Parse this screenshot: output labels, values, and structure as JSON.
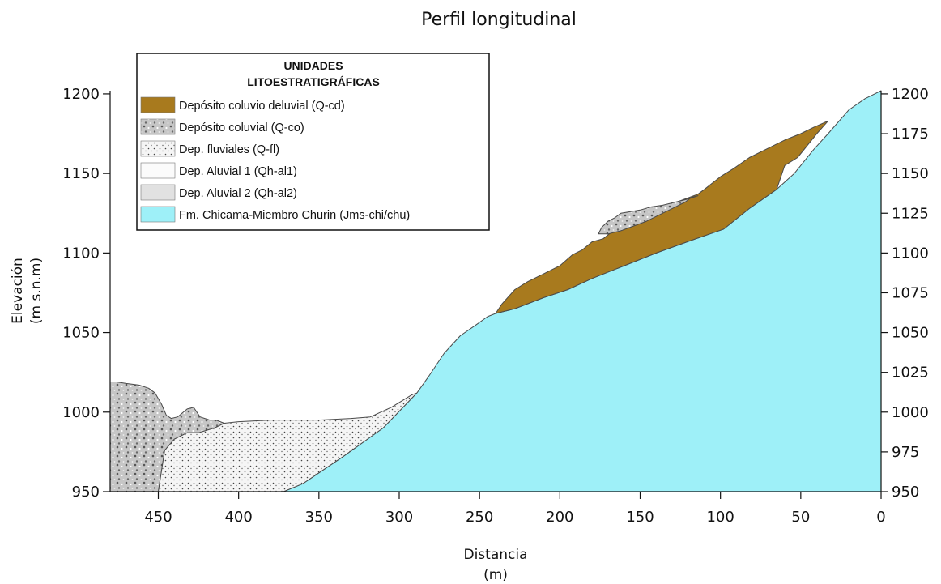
{
  "chart_data": {
    "type": "area",
    "title": "Perfil longitudinal",
    "xlabel": [
      "Distancia",
      "(m)"
    ],
    "ylabel": [
      "Elevación",
      "(m s.n.m)"
    ],
    "xlim": [
      480,
      0
    ],
    "ylim": [
      950,
      1202
    ],
    "x_ticks": [
      450,
      400,
      350,
      300,
      250,
      200,
      150,
      100,
      50,
      0
    ],
    "y_ticks_left": [
      950,
      1000,
      1050,
      1100,
      1150,
      1200
    ],
    "y_ticks_right": [
      950,
      975,
      1000,
      1025,
      1050,
      1075,
      1100,
      1125,
      1150,
      1175,
      1200
    ],
    "grid": false,
    "legend": {
      "placement": "top-left",
      "title": [
        "UNIDADES",
        "LITOESTRATIGRÁFICAS"
      ],
      "entries": [
        {
          "key": "q_cd",
          "label": "Depósito coluvio deluvial (Q-cd)",
          "color": "#a87a1e",
          "pattern": "solid"
        },
        {
          "key": "q_co",
          "label": "Depósito coluvial (Q-co)",
          "color": "#c9c9c9",
          "pattern": "coarse-dots"
        },
        {
          "key": "q_fl",
          "label": "Dep. fluviales (Q-fl)",
          "color": "#f4f4f4",
          "pattern": "fine-dots"
        },
        {
          "key": "qh_al1",
          "label": "Dep. Aluvial 1 (Qh-al1)",
          "color": "#fbfbfb",
          "pattern": "blank"
        },
        {
          "key": "qh_al2",
          "label": "Dep. Aluvial 2 (Qh-al2)",
          "color": "#e1e1e1",
          "pattern": "solid-gray"
        },
        {
          "key": "jms",
          "label": "Fm. Chicama-Miembro Churin (Jms-chi/chu)",
          "color": "#9ef0f8",
          "pattern": "solid"
        }
      ]
    },
    "series": [
      {
        "unit_key": "q_co_valley",
        "pattern": "coarse-dots",
        "color": "#c6c6c6",
        "points": [
          [
            480,
            950
          ],
          [
            480,
            1019
          ],
          [
            476,
            1019
          ],
          [
            470,
            1018
          ],
          [
            462,
            1017
          ],
          [
            456,
            1015
          ],
          [
            452,
            1012
          ],
          [
            448,
            1005
          ],
          [
            445,
            998
          ],
          [
            442,
            996
          ],
          [
            438,
            997
          ],
          [
            432,
            1002
          ],
          [
            428,
            1003
          ],
          [
            424,
            997
          ],
          [
            418,
            995
          ],
          [
            414,
            995
          ],
          [
            409,
            993
          ],
          [
            415,
            990
          ],
          [
            425,
            987
          ],
          [
            432,
            987
          ],
          [
            440,
            983
          ],
          [
            446,
            976
          ],
          [
            450,
            950
          ]
        ]
      },
      {
        "unit_key": "q_fl",
        "pattern": "fine-dots",
        "color": "#f5f5f5",
        "points": [
          [
            450,
            950
          ],
          [
            446,
            976
          ],
          [
            440,
            983
          ],
          [
            432,
            987
          ],
          [
            425,
            987
          ],
          [
            415,
            990
          ],
          [
            409,
            993
          ],
          [
            400,
            994
          ],
          [
            380,
            995
          ],
          [
            370,
            995
          ],
          [
            350,
            995
          ],
          [
            330,
            996
          ],
          [
            318,
            997
          ],
          [
            305,
            1003
          ],
          [
            292,
            1011
          ],
          [
            289,
            1012
          ],
          [
            310,
            990
          ],
          [
            335,
            972
          ],
          [
            360,
            955
          ],
          [
            372,
            950
          ]
        ]
      },
      {
        "unit_key": "jms",
        "pattern": "solid",
        "color": "#9ef0f8",
        "points": [
          [
            372,
            950
          ],
          [
            360,
            955
          ],
          [
            335,
            972
          ],
          [
            310,
            990
          ],
          [
            289,
            1012
          ],
          [
            282,
            1022
          ],
          [
            272,
            1037
          ],
          [
            262,
            1048
          ],
          [
            252,
            1055
          ],
          [
            245,
            1060
          ],
          [
            240,
            1062
          ],
          [
            228,
            1065
          ],
          [
            210,
            1072
          ],
          [
            195,
            1077
          ],
          [
            180,
            1084
          ],
          [
            160,
            1092
          ],
          [
            140,
            1100
          ],
          [
            118,
            1108
          ],
          [
            98,
            1115
          ],
          [
            82,
            1128
          ],
          [
            65,
            1140
          ],
          [
            54,
            1150
          ],
          [
            42,
            1165
          ],
          [
            33,
            1175
          ],
          [
            20,
            1190
          ],
          [
            10,
            1197
          ],
          [
            4,
            1200
          ],
          [
            0,
            1202
          ],
          [
            0,
            950
          ]
        ]
      },
      {
        "unit_key": "q_cd",
        "pattern": "solid",
        "color": "#a87a1e",
        "points": [
          [
            240,
            1062
          ],
          [
            236,
            1068
          ],
          [
            228,
            1077
          ],
          [
            220,
            1082
          ],
          [
            210,
            1087
          ],
          [
            200,
            1092
          ],
          [
            192,
            1099
          ],
          [
            186,
            1102
          ],
          [
            180,
            1107
          ],
          [
            173,
            1109
          ],
          [
            168,
            1113
          ],
          [
            160,
            1116
          ],
          [
            150,
            1121
          ],
          [
            138,
            1128
          ],
          [
            130,
            1131
          ],
          [
            122,
            1134
          ],
          [
            114,
            1137
          ],
          [
            110,
            1140
          ],
          [
            100,
            1148
          ],
          [
            92,
            1153
          ],
          [
            82,
            1160
          ],
          [
            70,
            1166
          ],
          [
            60,
            1171
          ],
          [
            50,
            1175
          ],
          [
            42,
            1179
          ],
          [
            33,
            1183
          ],
          [
            40,
            1175
          ],
          [
            52,
            1160
          ],
          [
            60,
            1155
          ],
          [
            65,
            1140
          ],
          [
            82,
            1128
          ],
          [
            98,
            1115
          ],
          [
            118,
            1108
          ],
          [
            140,
            1100
          ],
          [
            160,
            1092
          ],
          [
            180,
            1084
          ],
          [
            195,
            1077
          ],
          [
            210,
            1072
          ],
          [
            228,
            1065
          ]
        ]
      },
      {
        "unit_key": "q_co_slope",
        "pattern": "coarse-dots",
        "color": "#c6c6c6",
        "points": [
          [
            176,
            1112
          ],
          [
            174,
            1116
          ],
          [
            170,
            1120
          ],
          [
            166,
            1122
          ],
          [
            162,
            1125
          ],
          [
            156,
            1126
          ],
          [
            150,
            1127
          ],
          [
            143,
            1129
          ],
          [
            136,
            1130
          ],
          [
            128,
            1132
          ],
          [
            120,
            1134
          ],
          [
            114,
            1136
          ],
          [
            118,
            1135
          ],
          [
            122,
            1132
          ],
          [
            130,
            1128
          ],
          [
            138,
            1124
          ],
          [
            146,
            1120
          ],
          [
            154,
            1117
          ],
          [
            162,
            1114
          ],
          [
            170,
            1112
          ]
        ]
      }
    ]
  }
}
